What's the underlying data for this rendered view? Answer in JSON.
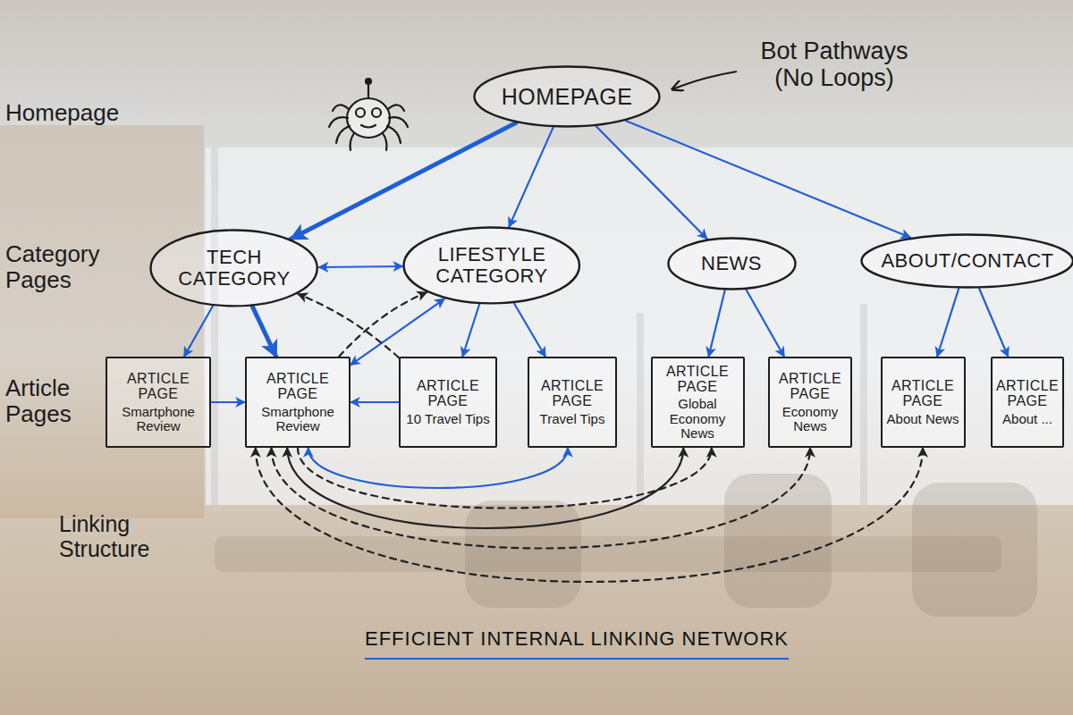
{
  "diagram": {
    "caption": "EFFICIENT INTERNAL LINKING NETWORK",
    "nodes": [
      {
        "text": [
          "HOMEPAGE"
        ]
      },
      {
        "text": [
          "TECH CATEGORY"
        ]
      },
      {
        "text": [
          "LIFESTYLE CATEGORY"
        ]
      },
      {
        "text": [
          "NEWS"
        ]
      },
      {
        "text": [
          "ABOUT/CONTACT"
        ]
      },
      {
        "text": [
          "ARTICLE PAGE",
          "Smartphone Review"
        ]
      },
      {
        "text": [
          "ARTICLE PAGE",
          "Smartphone Review"
        ]
      },
      {
        "text": [
          "ARTICLE PAGE",
          "10 Travel Tips"
        ]
      },
      {
        "text": [
          "ARTICLE PAGE",
          "Travel Tips"
        ]
      },
      {
        "text": [
          "ARTICLE PAGE",
          "Global Economy News"
        ]
      },
      {
        "text": [
          "ARTICLE PAGE",
          "Economy News"
        ]
      },
      {
        "text": [
          "ARTICLE PAGE",
          "About News"
        ]
      },
      {
        "text": [
          "ARTICLE PAGE",
          "About ..."
        ]
      }
    ],
    "edges": [
      {
        "from": 0,
        "to": 1,
        "arrow": "to"
      },
      {
        "from": 0,
        "to": 2,
        "arrow": "to"
      },
      {
        "from": 0,
        "to": 3,
        "arrow": "to"
      },
      {
        "from": 0,
        "to": 4,
        "arrow": "to"
      },
      {
        "from": 1,
        "to": 2,
        "arrow": "both"
      },
      {
        "from": 1,
        "to": 5,
        "arrow": "to"
      },
      {
        "from": 1,
        "to": 6,
        "arrow": "to"
      },
      {
        "from": 2,
        "to": 7,
        "arrow": "to"
      },
      {
        "from": 2,
        "to": 8,
        "arrow": "to"
      },
      {
        "from": 3,
        "to": 9,
        "arrow": "to"
      },
      {
        "from": 3,
        "to": 10,
        "arrow": "to"
      },
      {
        "from": 4,
        "to": 11,
        "arrow": "to"
      },
      {
        "from": 4,
        "to": 12,
        "arrow": "to"
      },
      {
        "from": 5,
        "to": 6,
        "arrow": "to"
      },
      {
        "from": 7,
        "to": 6,
        "arrow": "to"
      },
      {
        "from": 6,
        "to": 2,
        "arrow": "both"
      },
      {
        "from": 7,
        "to": 1,
        "arrow": "to"
      },
      {
        "from": 6,
        "to": 2,
        "arrow": "to"
      },
      {
        "from": 6,
        "to": 8,
        "arrow": "both"
      },
      {
        "from": 6,
        "to": 9,
        "arrow": "both"
      },
      {
        "from": 6,
        "to": 10,
        "arrow": "both"
      },
      {
        "from": 6,
        "to": 11,
        "arrow": "both"
      },
      {
        "from": 6,
        "to": 9,
        "arrow": "to"
      }
    ],
    "labels": [
      "Bot Pathways (No Loops)",
      "Homepage",
      "Category Pages",
      "Article Pages",
      "Linking Structure"
    ]
  }
}
